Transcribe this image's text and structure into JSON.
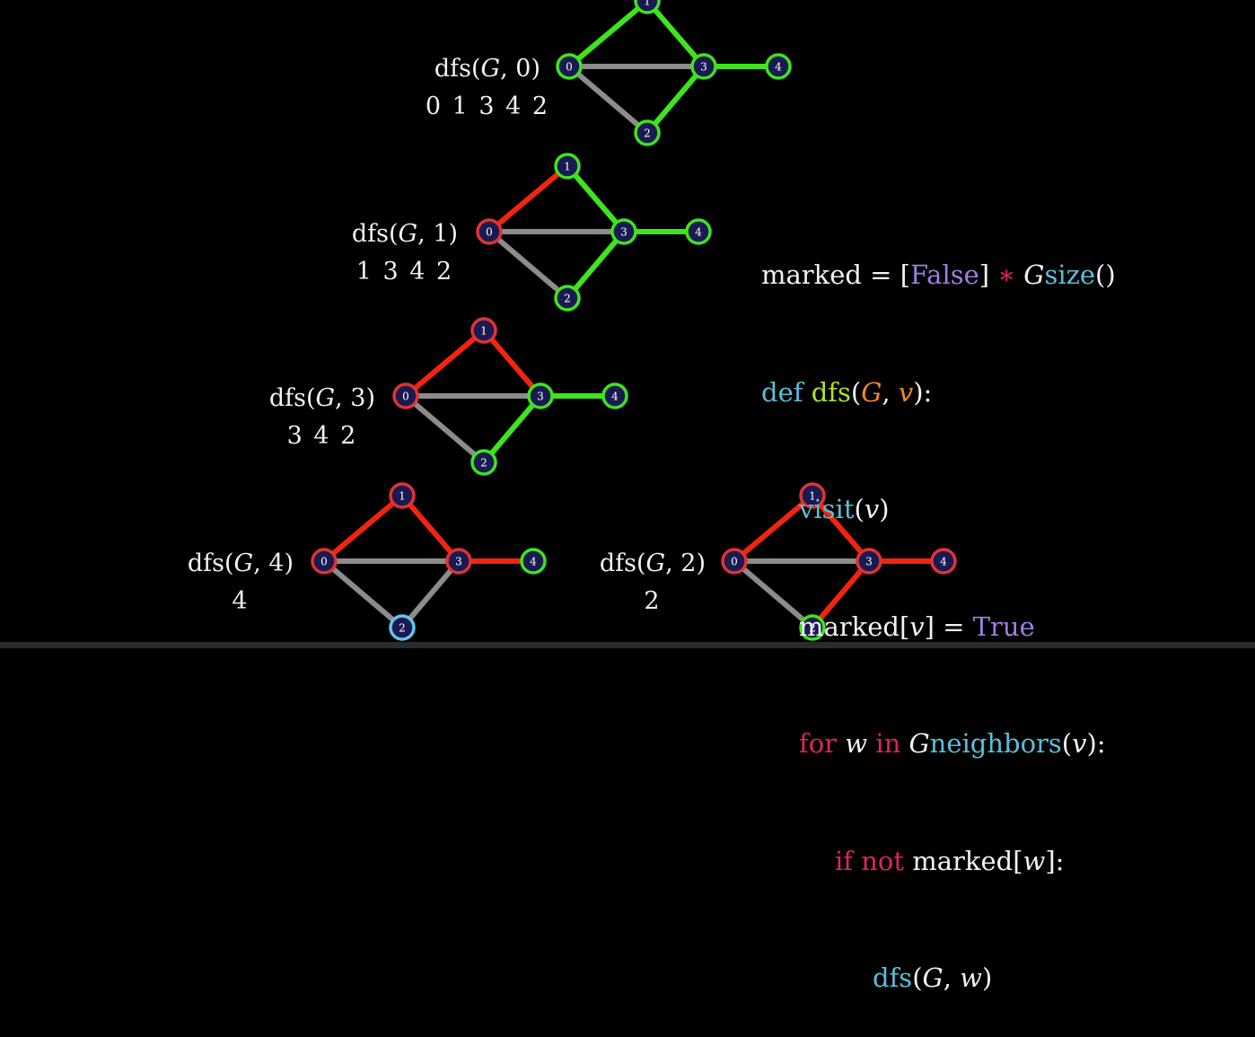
{
  "colors": {
    "background": "#000000",
    "node_fill": "#1a1a52",
    "edge_default": "#8c8c8c",
    "edge_visited": "#3ee41d",
    "edge_done": "#f2240f",
    "ring_visited": "#3ee41d",
    "ring_done": "#e0332f",
    "ring_current": "#64c4e8"
  },
  "code": {
    "line1": {
      "a": "marked",
      "b": " = [",
      "c": "False",
      "d": "] ",
      "e": "∗",
      "f": " ",
      "g": "G",
      ".": ".",
      "h": "size",
      "i": "()"
    },
    "line2": {
      "a": "def",
      "b": " ",
      "c": "dfs",
      "d": "(",
      "e": "G",
      ",": ", ",
      "f": "v",
      "g": "):"
    },
    "line3": {
      "a": "visit",
      "b": "(",
      "c": "v",
      "d": ")"
    },
    "line4": {
      "a": "marked[",
      "b": "v",
      "c": "] = ",
      "d": "True"
    },
    "line5": {
      "a": "for",
      "b": " ",
      "c": "w",
      "d": " ",
      "e": "in",
      "f": " ",
      "g": "G",
      ".": ".",
      "h": "neighbors",
      "i": "(",
      "j": "v",
      "k": "):"
    },
    "line6": {
      "a": "if not",
      "b": " marked[",
      "c": "w",
      "d": "]:"
    },
    "line7": {
      "a": "dfs",
      "b": "(",
      "c": "G",
      ",": ", ",
      "d": "w",
      "e": ")"
    }
  },
  "diagram": {
    "graphs": [
      {
        "label_pre": "dfs(",
        "label_G": "G",
        "label_post": ", 0)",
        "order": "0 1 3 4 2",
        "edge_colors": {
          "0-1": "visited",
          "1-3": "visited",
          "0-3": "default",
          "3-4": "visited",
          "0-2": "default",
          "2-3": "visited"
        },
        "ring_colors": {
          "0": "visited",
          "1": "visited",
          "2": "visited",
          "3": "visited",
          "4": "visited"
        }
      },
      {
        "label_pre": "dfs(",
        "label_G": "G",
        "label_post": ", 1)",
        "order": "1 3 4 2",
        "edge_colors": {
          "0-1": "done",
          "1-3": "visited",
          "0-3": "default",
          "3-4": "visited",
          "0-2": "default",
          "2-3": "visited"
        },
        "ring_colors": {
          "0": "done",
          "1": "visited",
          "2": "visited",
          "3": "visited",
          "4": "visited"
        }
      },
      {
        "label_pre": "dfs(",
        "label_G": "G",
        "label_post": ", 3)",
        "order": "3 4 2",
        "edge_colors": {
          "0-1": "done",
          "1-3": "done",
          "0-3": "default",
          "3-4": "visited",
          "0-2": "default",
          "2-3": "visited"
        },
        "ring_colors": {
          "0": "done",
          "1": "done",
          "2": "visited",
          "3": "visited",
          "4": "visited"
        }
      },
      {
        "label_pre": "dfs(",
        "label_G": "G",
        "label_post": ", 4)",
        "order": "4",
        "edge_colors": {
          "0-1": "done",
          "1-3": "done",
          "0-3": "default",
          "3-4": "done",
          "0-2": "default",
          "2-3": "default"
        },
        "ring_colors": {
          "0": "done",
          "1": "done",
          "2": "current",
          "3": "done",
          "4": "visited"
        }
      },
      {
        "label_pre": "dfs(",
        "label_G": "G",
        "label_post": ", 2)",
        "order": "2",
        "edge_colors": {
          "0-1": "done",
          "1-3": "done",
          "0-3": "default",
          "3-4": "done",
          "0-2": "default",
          "2-3": "done"
        },
        "ring_colors": {
          "0": "done",
          "1": "done",
          "2": "visited",
          "3": "done",
          "4": "done"
        }
      }
    ],
    "node_labels": [
      "0",
      "1",
      "2",
      "3",
      "4"
    ],
    "edges": [
      [
        "0",
        "1"
      ],
      [
        "1",
        "3"
      ],
      [
        "0",
        "3"
      ],
      [
        "3",
        "4"
      ],
      [
        "0",
        "2"
      ],
      [
        "2",
        "3"
      ]
    ]
  }
}
